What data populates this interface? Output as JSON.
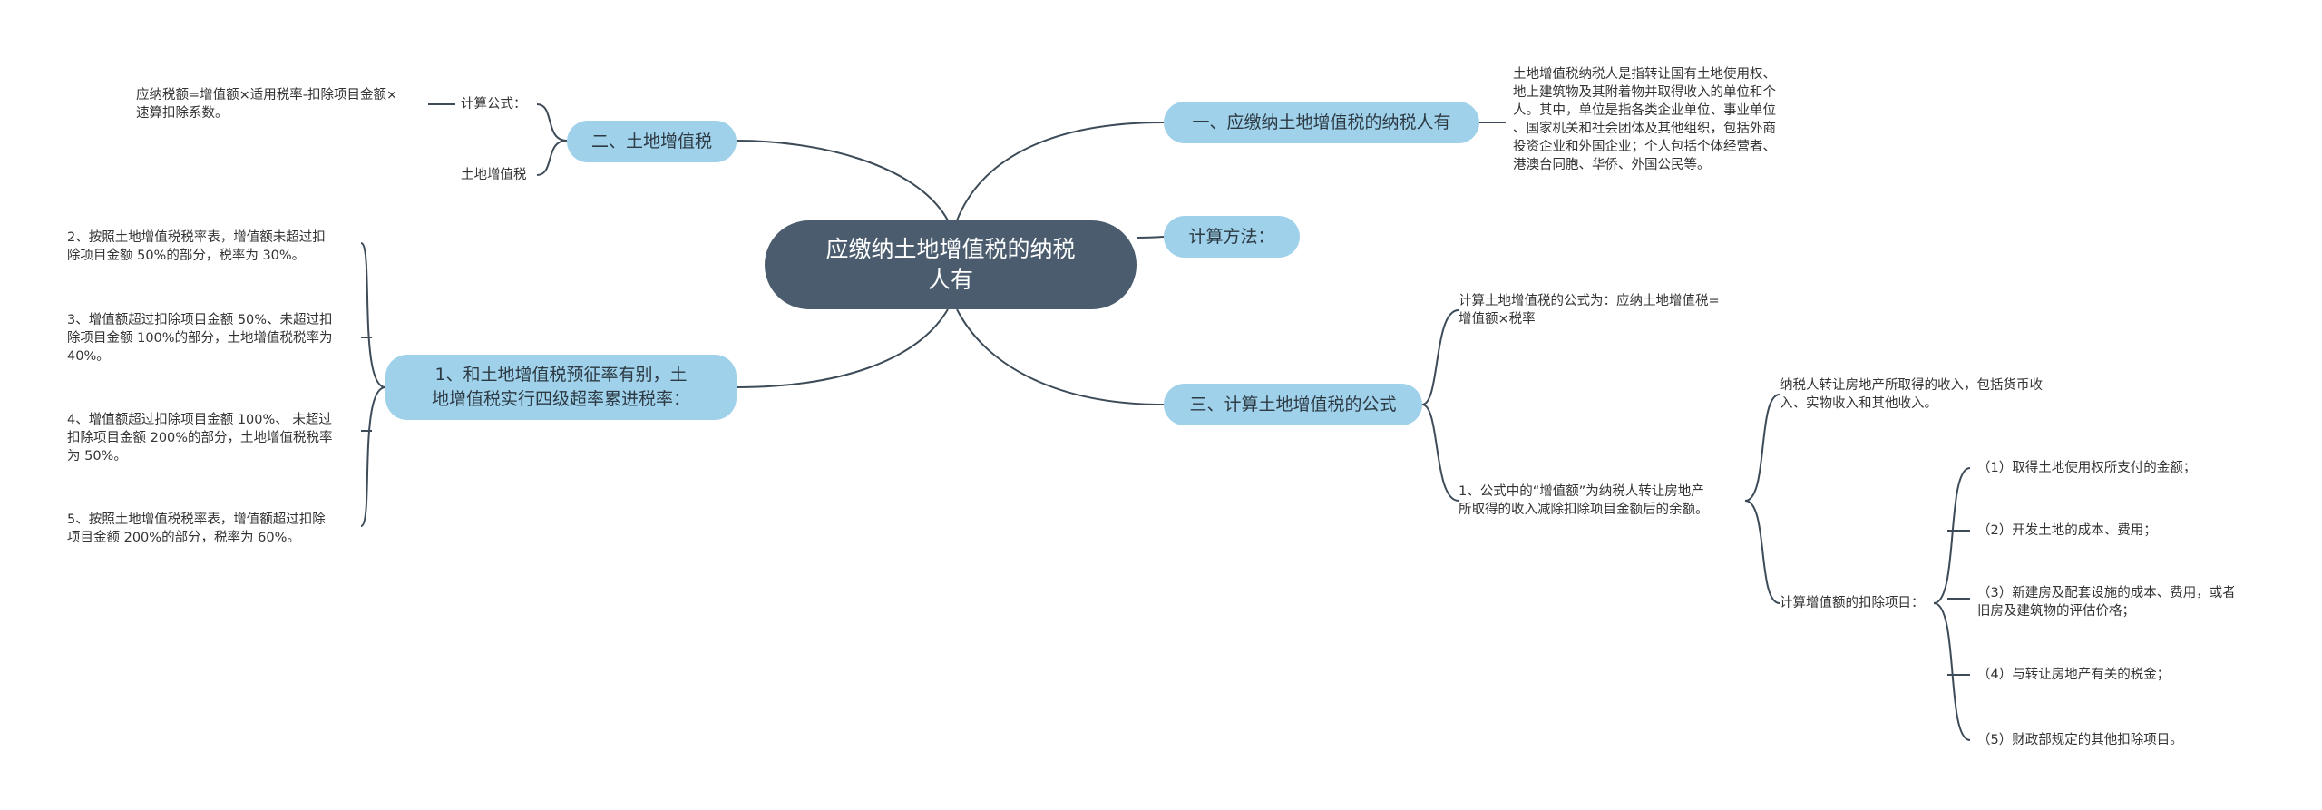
{
  "root": "应缴纳土地增值税的纳税\n人有",
  "branches": {
    "b1": "一、应缴纳土地增值税的纳税人有",
    "b2": "计算方法：",
    "b3": "三、计算土地增值税的公式",
    "b4": "二、土地增值税",
    "b5": "1、和土地增值税预征率有别，土\n地增值税实行四级超率累进税率："
  },
  "leaves": {
    "b1_desc": "土地增值税纳税人是指转让国有土地使用权、\n地上建筑物及其附着物并取得收入的单位和个\n人。其中，单位是指各类企业单位、事业单位\n、国家机关和社会团体及其他组织，包括外商\n投资企业和外国企业；个人包括个体经营者、\n港澳台同胞、华侨、外国公民等。",
    "b3_formula": "计算土地增值税的公式为：应纳土地增值税=\n增值额×税率",
    "b3_note": "1、公式中的“增值额”为纳税人转让房地产\n所取得的收入减除扣除项目金额后的余额。",
    "income": "纳税人转让房地产所取得的收入，包括货币收\n入、实物收入和其他收入。",
    "deduct_title": "计算增值额的扣除项目：",
    "deduct_items": [
      "（1）取得土地使用权所支付的金额；",
      "（2）开发土地的成本、费用；",
      "（3）新建房及配套设施的成本、费用，或者\n旧房及建筑物的评估价格；",
      "（4）与转让房地产有关的税金；",
      "（5）财政部规定的其他扣除项目。"
    ],
    "b4_formula_label": "计算公式：",
    "b4_formula": "应纳税额=增值额×适用税率-扣除项目金额×\n速算扣除系数。",
    "b4_tax": "土地增值税",
    "rates": [
      "2、按照土地增值税税率表，增值额未超过扣\n除项目金额 50%的部分，税率为 30%。",
      "3、增值额超过扣除项目金额 50%、未超过扣\n除项目金额 100%的部分，土地增值税税率为\n 40%。",
      "4、增值额超过扣除项目金额 100%、 未超过\n扣除项目金额 200%的部分，土地增值税税率\n为 50%。",
      "5、按照土地增值税税率表，增值额超过扣除\n项目金额 200%的部分，税率为 60%。"
    ]
  },
  "colors": {
    "root_bg": "#4a5c6e",
    "branch_bg": "#9fd1ea",
    "line": "#3d4b58"
  }
}
